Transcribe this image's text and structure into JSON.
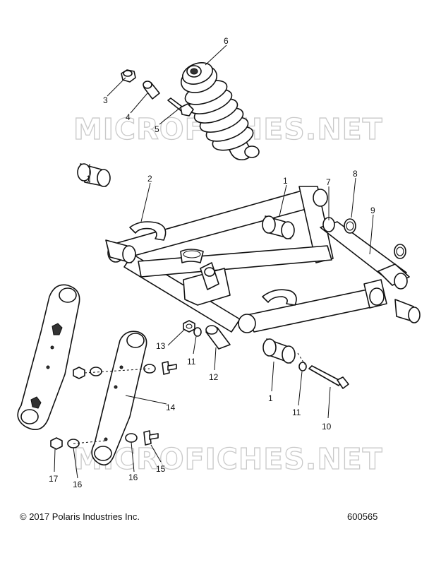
{
  "watermark": "MICROFICHES.NET",
  "callouts": [
    {
      "id": "c6",
      "label": "6"
    },
    {
      "id": "c3",
      "label": "3"
    },
    {
      "id": "c4",
      "label": "4"
    },
    {
      "id": "c5",
      "label": "5"
    },
    {
      "id": "c1a",
      "label": "1"
    },
    {
      "id": "c2",
      "label": "2"
    },
    {
      "id": "c1b",
      "label": "1"
    },
    {
      "id": "c8",
      "label": "8"
    },
    {
      "id": "c7",
      "label": "7"
    },
    {
      "id": "c9",
      "label": "9"
    },
    {
      "id": "c13",
      "label": "13"
    },
    {
      "id": "c11a",
      "label": "11"
    },
    {
      "id": "c12",
      "label": "12"
    },
    {
      "id": "c1c",
      "label": "1"
    },
    {
      "id": "c11b",
      "label": "11"
    },
    {
      "id": "c10",
      "label": "10"
    },
    {
      "id": "c14",
      "label": "14"
    },
    {
      "id": "c17",
      "label": "17"
    },
    {
      "id": "c16a",
      "label": "16"
    },
    {
      "id": "c16b",
      "label": "16"
    },
    {
      "id": "c15",
      "label": "15"
    }
  ],
  "footer": {
    "copyright": "© 2017 Polaris Industries Inc.",
    "diagram_number": "600565"
  }
}
